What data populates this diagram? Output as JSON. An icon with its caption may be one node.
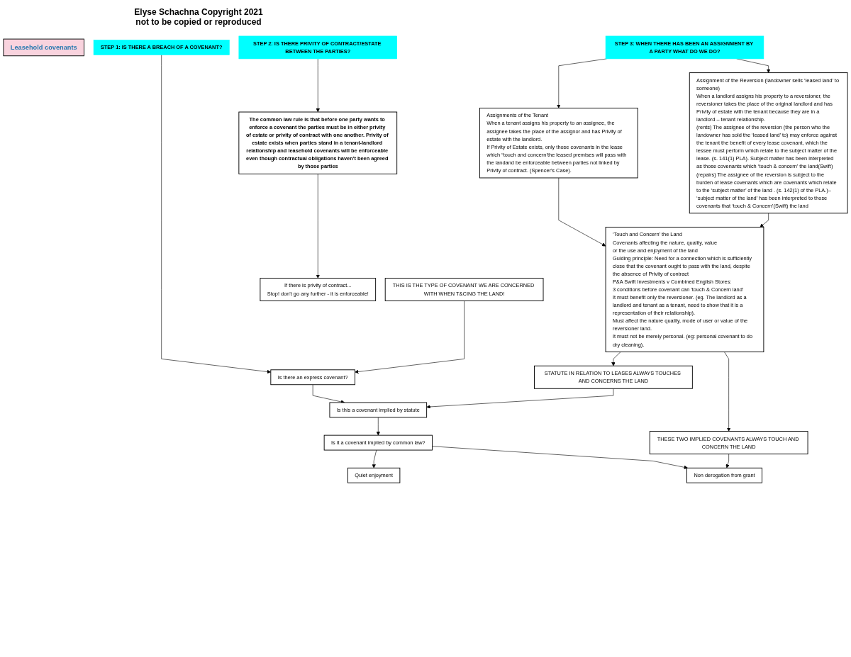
{
  "diagram": {
    "nodes": [
      {
        "text": [
          "Leasehold covenants"
        ]
      },
      {
        "text": [
          "STEP 1: IS THERE A BREACH OF A COVENANT?"
        ]
      },
      {
        "text": [
          "STEP 2: IS THERE PRIVITY OF CONTRACT/ESTATE BETWEEN THE PARTIES?"
        ]
      },
      {
        "text": [
          "STEP 3: WHEN THERE HAS BEEN AN ASSIGNMENT BY A PARTY WHAT DO WE DO?"
        ]
      },
      {
        "text": [
          "Is there an express covenant?"
        ]
      },
      {
        "text": [
          "THIS IS THE TYPE OF COVENANT WE ARE CONCERNED WITH WHEN T&CING THE LAND!"
        ]
      },
      {
        "text": [
          "The common law rule is that before one party wants to enforce a covenant the parties must be in either privity of estate or privity of contract with one another. Privity of estate exists when parties stand in a tenant-landlord relationship and leasehold covenants will be enforceable even though contractual obligations haven't been agreed by those parties"
        ]
      },
      {
        "text": [
          "Assignments of the Tenant",
          "When a tenant assigns his property to an assignee, the assignee takes the place of the assignor and has Privity of estate with the landlord.",
          "If Privity of Estate exists, only those covenants in the lease which “touch and concern’the leased premises will pass with the landand be enforceable between parties not linked by Privity of contract. (Spencer's Case)."
        ]
      },
      {
        "text": [
          "Assignment of the Reversion (landowner sells ‘leased land’ to someone)",
          "When a landlord assigns his property to a reversioner, the reversioner takes the place of the original landlord and has Privity of estate with the tenant because they are in a landlord – tenant relationship.",
          "(rents) The assignee of the reversion (the person who the landowner has sold the ‘leased land’ to) may enforce against the tenant the benefit of every lease covenant, which the lessee must perform which relate to the subject matter of the lease. (s. 141(1) PLA). Subject matter has been interpreted as those covenants which ‘touch & concern’ the land(Swift)",
          "(repairs) The assignee of the reversion is subject to the burden of lease covenants which are covenants which relate to the ‘subject matter’ of the land . (s. 142(1) of the PLA.)– ‘subject matter of the land’ has been interpreted to those covenants that ‘touch & Concern’(Swift) the land"
        ]
      },
      {
        "text": [
          "Is this a covenant implied by statute"
        ]
      },
      {
        "text": [
          "STATUTE IN RELATION TO LEASES ALWAYS TOUCHES AND CONCERNS THE LAND"
        ]
      },
      {
        "text": [
          "If there is privity of contract...",
          "Stop! don't go any further - it is enforceable!"
        ]
      },
      {
        "text": [
          "Is it a covenant implied by common law?"
        ]
      },
      {
        "text": [
          "‘Touch and Concern’ the Land",
          "Covenants affecting the nature, quality, value",
          "or the use and enjoyment of the land",
          "Guiding principle: Need for a connection which is sufficiently close that the covenant ought to pass with the land, despite the absence of Privity of contract",
          "P&A Swift Investments v Combined English Stores:",
          "3 conditions before covenant can 'touch & Concern land'",
          "It must benefit only the reversioner. (eg. The landlord as a landlord and tenant as a tenant, need to show that it is a representation of their relationship).",
          "Must affect the nature quality, mode of user or value of the reversioner land.",
          "It must not be merely personal. (eg: personal covenant to do dry cleaning)."
        ]
      },
      {
        "text": [
          "Quiet enjoyment"
        ]
      },
      {
        "text": [
          "Non derogation from grant"
        ]
      },
      {
        "text": [
          "THESE TWO IMPLIED COVENANTS ALWAYS TOUCH AND CONCERN THE LAND"
        ]
      }
    ],
    "edges": [
      {
        "from": 1,
        "to": 4,
        "arrow": "to"
      },
      {
        "from": 2,
        "to": 6,
        "arrow": "to"
      },
      {
        "from": 3,
        "to": 7,
        "arrow": "to"
      },
      {
        "from": 3,
        "to": 8,
        "arrow": "to"
      },
      {
        "from": 5,
        "to": 4,
        "arrow": "to"
      },
      {
        "from": 4,
        "to": 9,
        "arrow": "to"
      },
      {
        "from": 10,
        "to": 9,
        "arrow": "to"
      },
      {
        "from": 6,
        "to": 11,
        "arrow": "to"
      },
      {
        "from": 9,
        "to": 12,
        "arrow": "to"
      },
      {
        "from": 7,
        "to": 13,
        "arrow": "to"
      },
      {
        "from": 8,
        "to": 13,
        "arrow": "to"
      },
      {
        "from": 13,
        "to": 10,
        "arrow": "to"
      },
      {
        "from": 13,
        "to": 16,
        "arrow": "to"
      },
      {
        "from": 12,
        "to": 14,
        "arrow": "to"
      },
      {
        "from": 12,
        "to": 15,
        "arrow": "to"
      },
      {
        "from": 16,
        "to": 15,
        "arrow": "to"
      }
    ],
    "labels": [
      "Elyse Schachna Copyright 2021 not to be copied or reproduced"
    ]
  }
}
